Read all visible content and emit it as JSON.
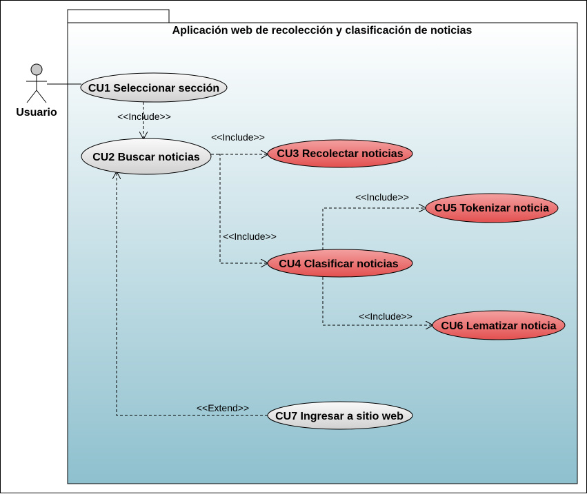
{
  "system": {
    "title": "Aplicación web de recolección y clasificación de noticias"
  },
  "actor": {
    "name": "Usuario"
  },
  "use_cases": {
    "cu1": {
      "label": "CU1 Seleccionar sección",
      "style": "gray"
    },
    "cu2": {
      "label": "CU2 Buscar noticias",
      "style": "gray"
    },
    "cu3": {
      "label": "CU3 Recolectar noticias",
      "style": "red"
    },
    "cu4": {
      "label": "CU4 Clasificar noticias",
      "style": "red"
    },
    "cu5": {
      "label": "CU5 Tokenizar noticia",
      "style": "red"
    },
    "cu6": {
      "label": "CU6 Lematizar noticia",
      "style": "red"
    },
    "cu7": {
      "label": "CU7 Ingresar a sitio  web",
      "style": "gray"
    }
  },
  "relations": {
    "cu1_cu2": "<<Include>>",
    "cu2_cu3": "<<Include>>",
    "cu2_cu4": "<<Include>>",
    "cu4_cu5": "<<Include>>",
    "cu4_cu6": "<<Include>>",
    "cu7_cu2": "<<Extend>>"
  },
  "colors": {
    "system_top": "#ffffff",
    "system_bottom": "#8ec0ce",
    "gray_top": "#fafafa",
    "gray_bottom": "#d0d0d0",
    "red_top": "#f4a0a0",
    "red_bottom": "#e35050",
    "line": "#000000"
  }
}
